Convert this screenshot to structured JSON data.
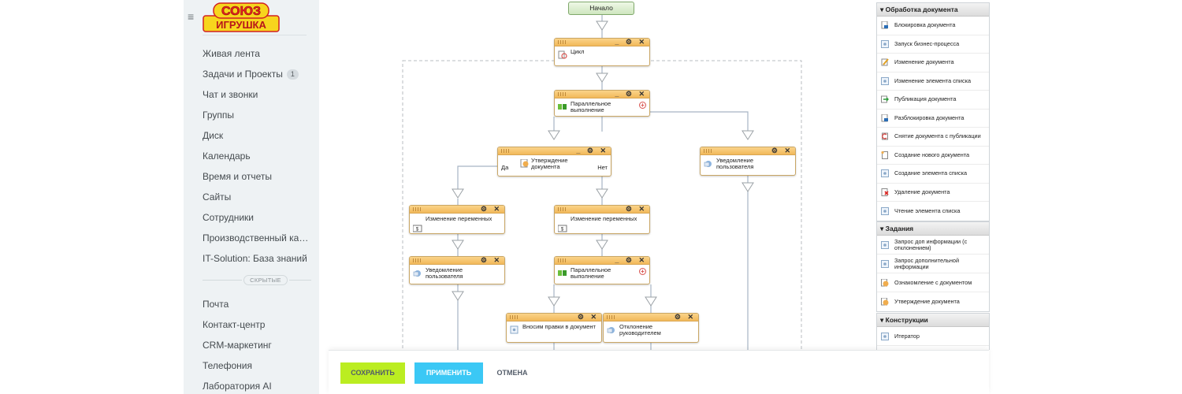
{
  "sidebar": {
    "logo": {
      "line1": "СОЮЗ",
      "line2": "ИГРУШКА"
    },
    "items": [
      {
        "label": "Живая лента"
      },
      {
        "label": "Задачи и Проекты",
        "badge": "1"
      },
      {
        "label": "Чат и звонки"
      },
      {
        "label": "Группы"
      },
      {
        "label": "Диск"
      },
      {
        "label": "Календарь"
      },
      {
        "label": "Время и отчеты"
      },
      {
        "label": "Сайты"
      },
      {
        "label": "Сотрудники"
      },
      {
        "label": "Производственный календарь"
      },
      {
        "label": "IT-Solution: База знаний"
      }
    ],
    "hidden_label": "СКРЫТЫЕ",
    "hidden_items": [
      {
        "label": "Почта"
      },
      {
        "label": "Контакт-центр"
      },
      {
        "label": "CRM-маркетинг"
      },
      {
        "label": "Телефония"
      },
      {
        "label": "Лаборатория AI"
      }
    ]
  },
  "workflow": {
    "start": "Начало",
    "cycle": "Цикл",
    "parallel1": "Параллельное выполнение",
    "approval": "Утверждение документа",
    "approval_yes": "Да",
    "approval_no": "Нет",
    "notify_right": "Уведомление пользователя",
    "change_var_left": "Изменение переменных",
    "change_var_mid": "Изменение переменных",
    "notify_left": "Уведомление пользователя",
    "parallel2": "Параллельное выполнение",
    "edit_doc": "Вносим правки в документ",
    "reject": "Отклонение руководителем",
    "controls": "_ ⚙ ✕",
    "controls_short": "⚙ ✕"
  },
  "panel": {
    "groups": [
      {
        "title": "Обработка документа",
        "items": [
          {
            "label": "Блокировка документа",
            "icon": "lock-doc-icon"
          },
          {
            "label": "Запуск бизнес-процесса",
            "icon": "activity-icon"
          },
          {
            "label": "Изменение документа",
            "icon": "edit-doc-icon"
          },
          {
            "label": "Изменение элемента списка",
            "icon": "activity-icon"
          },
          {
            "label": "Публикация документа",
            "icon": "publish-icon"
          },
          {
            "label": "Разблокировка документа",
            "icon": "unlock-doc-icon"
          },
          {
            "label": "Снятие документа с публикации",
            "icon": "unpublish-icon"
          },
          {
            "label": "Создание нового документа",
            "icon": "new-doc-icon"
          },
          {
            "label": "Создание элемента списка",
            "icon": "activity-icon"
          },
          {
            "label": "Удаление документа",
            "icon": "delete-doc-icon"
          },
          {
            "label": "Чтение элемента списка",
            "icon": "activity-icon"
          }
        ]
      },
      {
        "title": "Задания",
        "items": [
          {
            "label": "Запрос доп информации (с отклонением)",
            "icon": "activity-icon"
          },
          {
            "label": "Запрос дополнительной информации",
            "icon": "activity-icon"
          },
          {
            "label": "Ознакомление с документом",
            "icon": "review-icon"
          },
          {
            "label": "Утверждение документа",
            "icon": "approve-icon"
          }
        ]
      },
      {
        "title": "Конструкции",
        "items": [
          {
            "label": "Итератор",
            "icon": "activity-icon"
          }
        ]
      }
    ]
  },
  "buttons": {
    "save": "СОХРАНИТЬ",
    "apply": "ПРИМЕНИТЬ",
    "cancel": "ОТМЕНА"
  },
  "colors": {
    "save": "#bbed21",
    "apply": "#3bc8f5",
    "block_header": "#f2b85a",
    "start": "#cfe6bf"
  }
}
